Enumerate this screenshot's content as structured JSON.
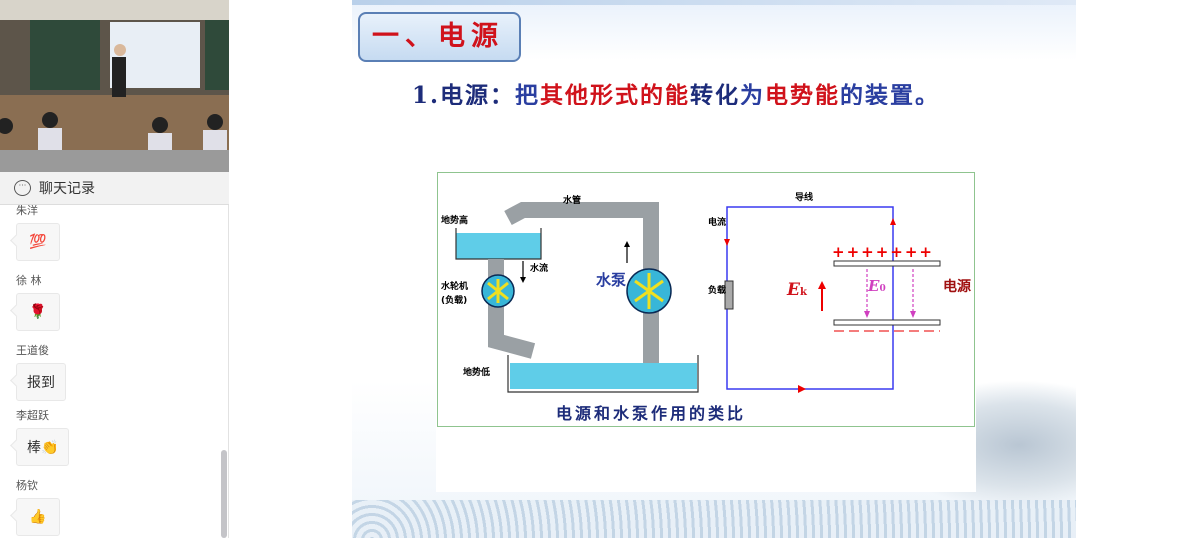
{
  "chat": {
    "header": "聊天记录",
    "messages": [
      {
        "name": "朱洋",
        "text": "💯"
      },
      {
        "name": "徐 林",
        "text": "🌹"
      },
      {
        "name": "王道俊",
        "text": "报到"
      },
      {
        "name": "李超跃",
        "text": "棒👏"
      },
      {
        "name": "杨钦",
        "text": "👍"
      }
    ]
  },
  "slide": {
    "title": "一、电源",
    "definition": {
      "num": "1.",
      "term": "电源：",
      "p1": "把",
      "p2": "其他形式的能",
      "p3": "转化",
      "p4": "为",
      "p5": "电势能",
      "p6": "的装置。"
    },
    "diagram": {
      "caption": "电源和水泵作用的类比",
      "pipe": "水管",
      "high": "地势高",
      "low": "地势低",
      "flow": "水流",
      "turbine": "水轮机",
      "turbine_load": "(负载)",
      "pump": "水泵",
      "wire": "导线",
      "current": "电流",
      "load": "负载",
      "source": "电源",
      "ek": "E",
      "ek_sub": "k",
      "e0": "E",
      "e0_sub": "0"
    }
  }
}
